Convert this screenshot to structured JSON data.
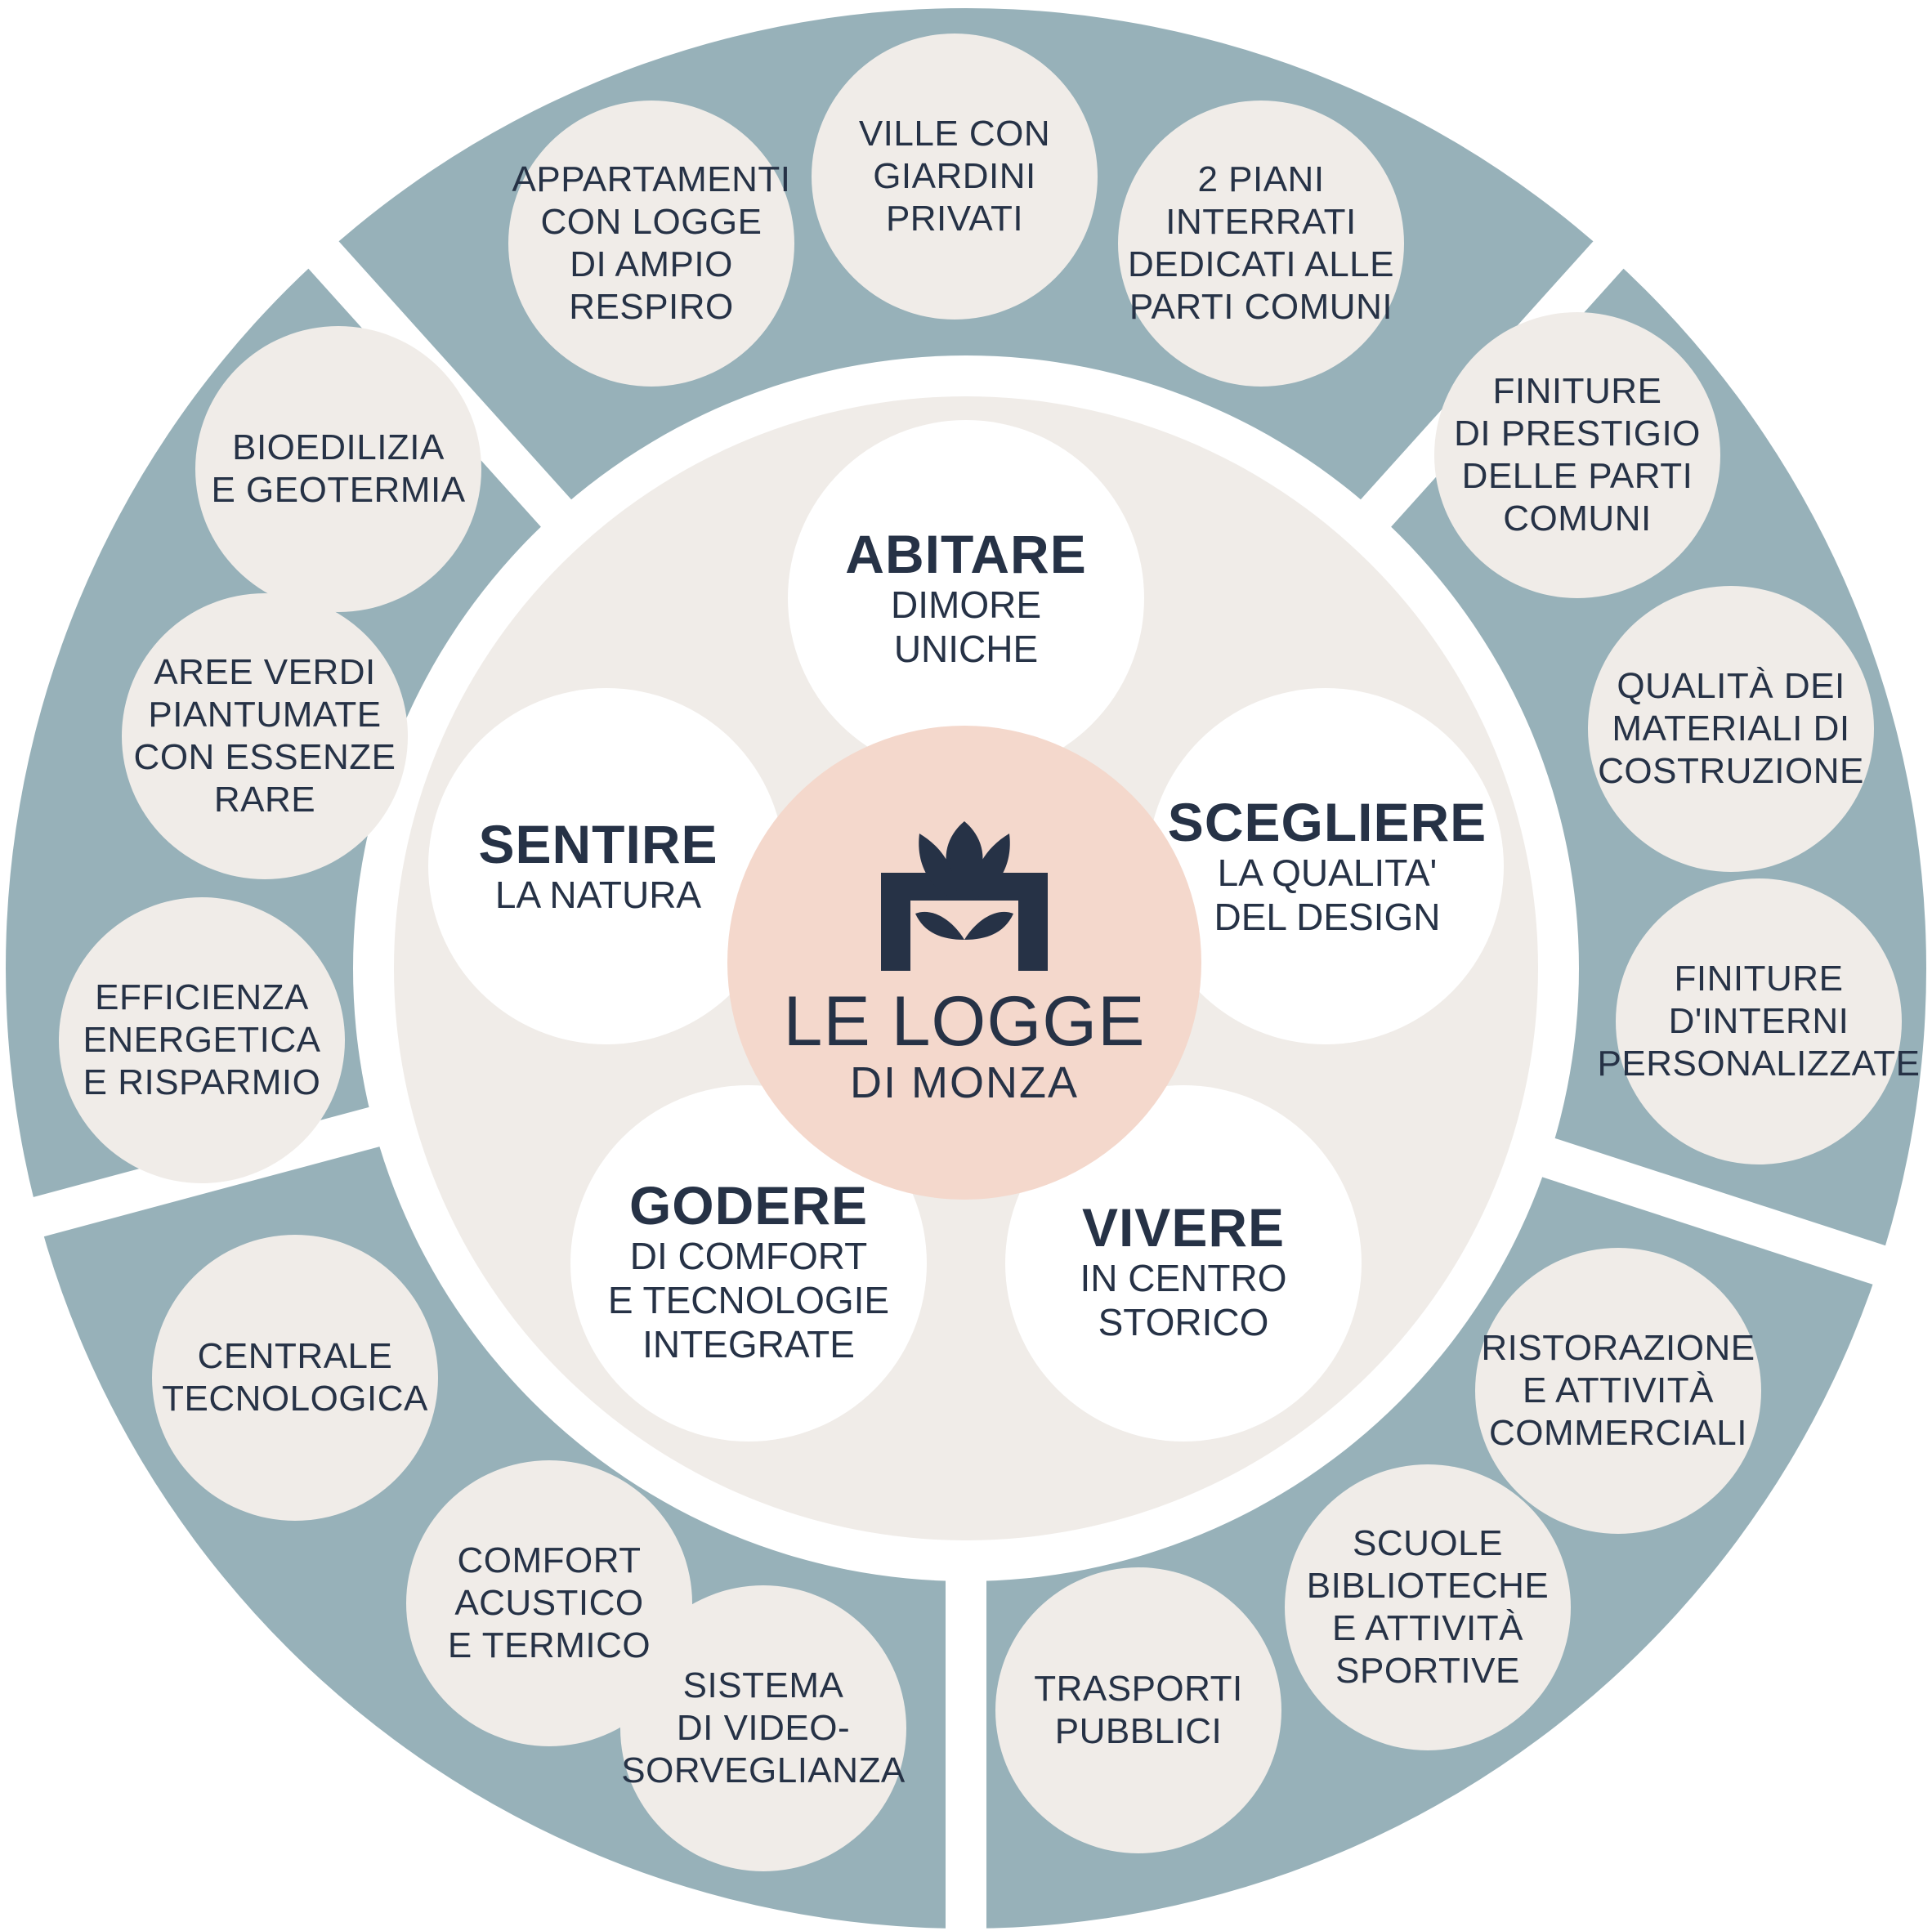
{
  "colors": {
    "outer_ring": "#97b1b9",
    "inner_disc": "#f0ece8",
    "bubble": "#f0ece8",
    "petal": "#ffffff",
    "center": "#f4d8cc",
    "text": "#263246",
    "gap": "#ffffff"
  },
  "center": {
    "logo_icon": "lotus-m-monogram-icon",
    "title": "LE LOGGE",
    "subtitle": "DI MONZA"
  },
  "petals": [
    {
      "key": "abitare",
      "heading": "ABITARE",
      "lines": [
        "DIMORE",
        "UNICHE"
      ]
    },
    {
      "key": "scegliere",
      "heading": "SCEGLIERE",
      "lines": [
        "LA QUALITA'",
        "DEL DESIGN"
      ]
    },
    {
      "key": "vivere",
      "heading": "VIVERE",
      "lines": [
        "IN CENTRO",
        "STORICO"
      ]
    },
    {
      "key": "godere",
      "heading": "GODERE",
      "lines": [
        "DI COMFORT",
        "E TECNOLOGIE",
        "INTEGRATE"
      ]
    },
    {
      "key": "sentire",
      "heading": "SENTIRE",
      "lines": [
        "LA NATURA"
      ]
    }
  ],
  "bubbles": [
    {
      "key": "appartamenti",
      "lines": [
        "APPARTAMENTI",
        "CON LOGGE",
        "DI AMPIO",
        "RESPIRO"
      ]
    },
    {
      "key": "ville",
      "lines": [
        "VILLE CON",
        "GIARDINI",
        "PRIVATI"
      ]
    },
    {
      "key": "piani-interrati",
      "lines": [
        "2 PIANI",
        "INTERRATI",
        "DEDICATI ALLE",
        "PARTI COMUNI"
      ]
    },
    {
      "key": "finiture-prestigio",
      "lines": [
        "FINITURE",
        "DI PRESTIGIO",
        "DELLE PARTI",
        "COMUNI"
      ]
    },
    {
      "key": "qualita-materiali",
      "lines": [
        "QUALITÀ DEI",
        "MATERIALI DI",
        "COSTRUZIONE"
      ]
    },
    {
      "key": "finiture-interni",
      "lines": [
        "FINITURE",
        "D'INTERNI",
        "PERSONALIZZATE"
      ]
    },
    {
      "key": "ristorazione",
      "lines": [
        "RISTORAZIONE",
        "E ATTIVITÀ",
        "COMMERCIALI"
      ]
    },
    {
      "key": "scuole",
      "lines": [
        "SCUOLE",
        "BIBLIOTECHE",
        "E ATTIVITÀ",
        "SPORTIVE"
      ]
    },
    {
      "key": "trasporti",
      "lines": [
        "TRASPORTI",
        "PUBBLICI"
      ]
    },
    {
      "key": "videosorveglianza",
      "lines": [
        "SISTEMA",
        "DI VIDEO-",
        "SORVEGLIANZA"
      ]
    },
    {
      "key": "comfort-acustico",
      "lines": [
        "COMFORT",
        "ACUSTICO",
        "E TERMICO"
      ]
    },
    {
      "key": "centrale-tecnologica",
      "lines": [
        "CENTRALE",
        "TECNOLOGICA"
      ]
    },
    {
      "key": "efficienza",
      "lines": [
        "EFFICIENZA",
        "ENERGETICA",
        "E RISPARMIO"
      ]
    },
    {
      "key": "aree-verdi",
      "lines": [
        "AREE VERDI",
        "PIANTUMATE",
        "CON ESSENZE",
        "RARE"
      ]
    },
    {
      "key": "bioedilizia",
      "lines": [
        "BIOEDILIZIA",
        "E GEOTERMIA"
      ]
    }
  ]
}
